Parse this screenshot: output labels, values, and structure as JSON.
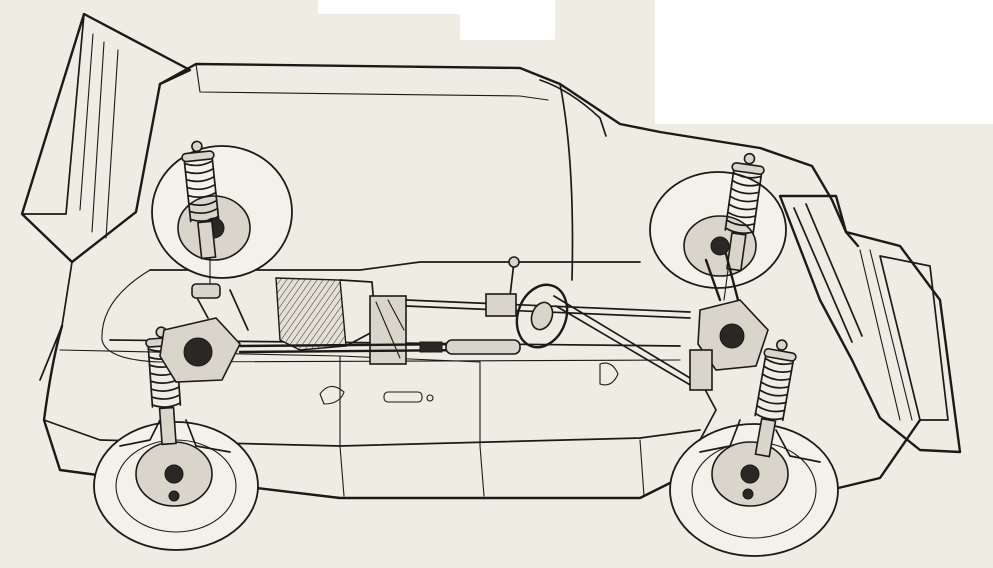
{
  "image": {
    "subject": "cutaway",
    "palette": {
      "background": "#ffffff",
      "paper": "#efece4",
      "ink": "#1b1a18",
      "shade": "#d9d5cb"
    }
  },
  "components": [
    {
      "id": "rear-wing",
      "icon": "rear-spoiler"
    },
    {
      "id": "front-spoiler",
      "icon": "front-spoiler"
    },
    {
      "id": "coil-springs",
      "count": 4,
      "icon": "coil-spring"
    },
    {
      "id": "wheels",
      "count": 4,
      "icon": "wheel"
    },
    {
      "id": "gearbox",
      "icon": "gearbox"
    },
    {
      "id": "propshaft",
      "icon": "driveshaft"
    },
    {
      "id": "steering-wheel",
      "icon": "steering-wheel"
    },
    {
      "id": "gear-lever",
      "icon": "gear-lever"
    }
  ]
}
